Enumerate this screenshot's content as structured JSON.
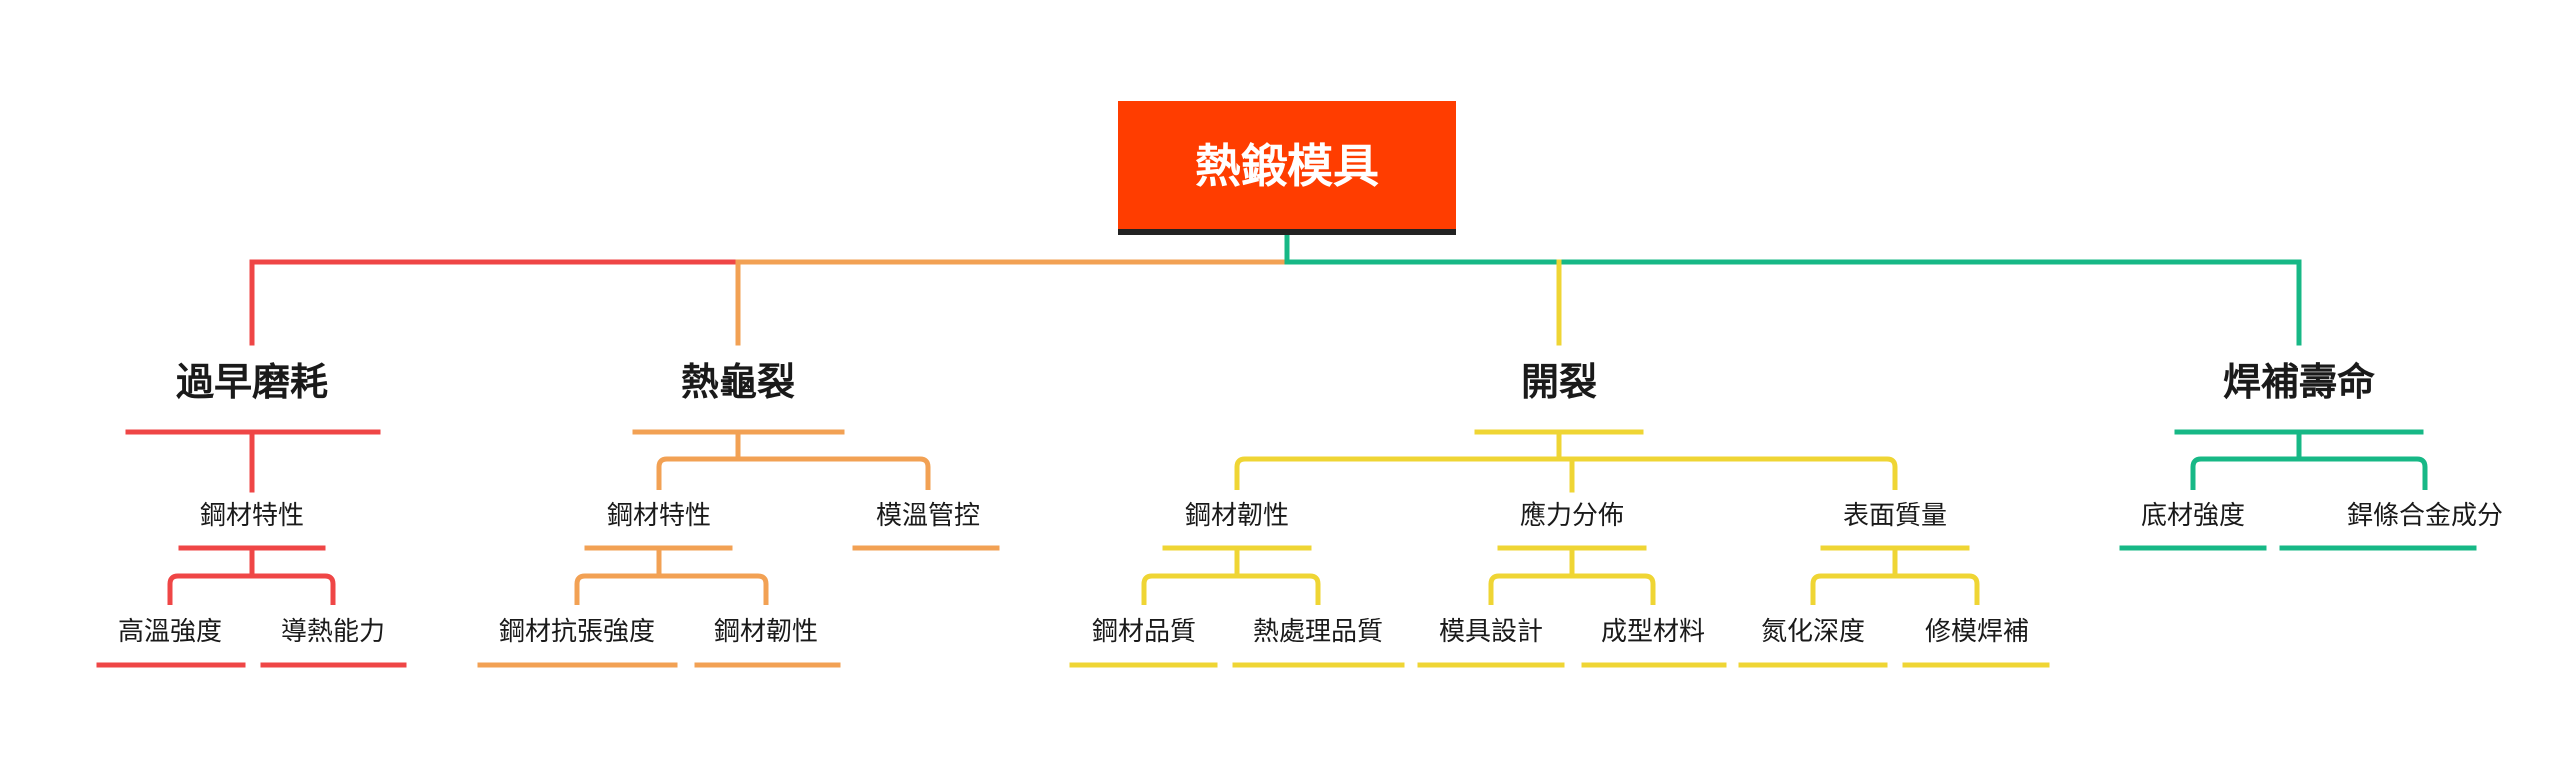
{
  "root": {
    "label": "熱鍛模具",
    "color": "#FF3D00",
    "underline": "#222222"
  },
  "branches": [
    {
      "label": "過早磨耗",
      "color": "#EF4646",
      "children": [
        {
          "label": "鋼材特性",
          "children": [
            {
              "label": "高溫強度"
            },
            {
              "label": "導熱能力"
            }
          ]
        }
      ]
    },
    {
      "label": "熱龜裂",
      "color": "#F2A154",
      "children": [
        {
          "label": "鋼材特性",
          "children": [
            {
              "label": "鋼材抗張強度"
            },
            {
              "label": "鋼材韌性"
            }
          ]
        },
        {
          "label": "模溫管控",
          "children": []
        }
      ]
    },
    {
      "label": "開裂",
      "color": "#EFD534",
      "children": [
        {
          "label": "鋼材韌性",
          "children": [
            {
              "label": "鋼材品質"
            },
            {
              "label": "熱處理品質"
            }
          ]
        },
        {
          "label": "應力分佈",
          "children": [
            {
              "label": "模具設計"
            },
            {
              "label": "成型材料"
            }
          ]
        },
        {
          "label": "表面質量",
          "children": [
            {
              "label": "氮化深度"
            },
            {
              "label": "修模焊補"
            }
          ]
        }
      ]
    },
    {
      "label": "焊補壽命",
      "color": "#17B886",
      "children": [
        {
          "label": "底材強度",
          "children": []
        },
        {
          "label": "銲條合金成分",
          "children": []
        }
      ]
    }
  ]
}
